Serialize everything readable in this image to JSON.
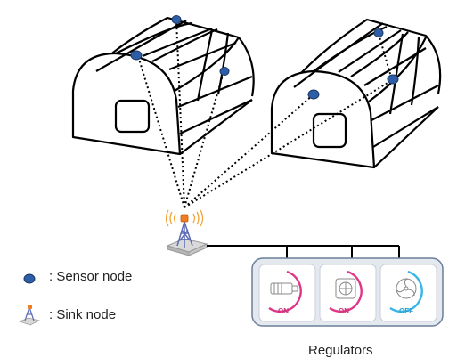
{
  "legend": {
    "sensor_label": ": Sensor node",
    "sink_label": ": Sink node"
  },
  "regulators": {
    "caption": "Regulators",
    "devices": [
      {
        "icon": "motor-icon",
        "state": "ON",
        "ring_color": "#e0368a"
      },
      {
        "icon": "fan-heater-icon",
        "state": "ON",
        "ring_color": "#e0368a"
      },
      {
        "icon": "fan-icon",
        "state": "OFF",
        "ring_color": "#38b6e6"
      }
    ]
  },
  "colors": {
    "sensor_node": "#2e5fa6",
    "sink_antenna": "#5b6bb5",
    "sink_beacon": "#f07e20",
    "on_ring": "#e0368a",
    "off_ring": "#38b6e6",
    "panel_border": "#6b7f99"
  }
}
